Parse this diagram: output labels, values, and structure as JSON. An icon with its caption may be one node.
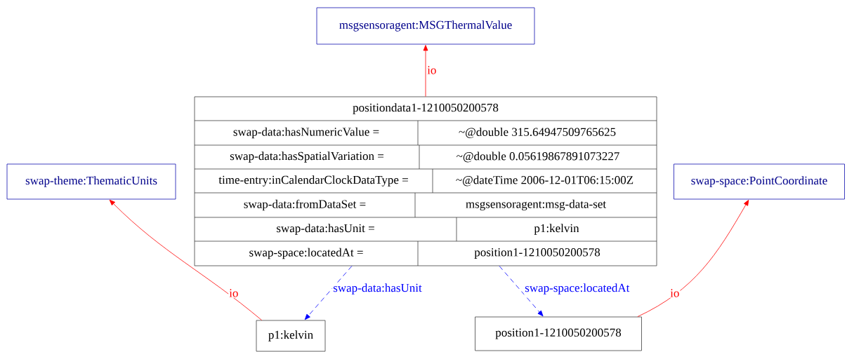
{
  "diagram": {
    "nodes": [
      {
        "text": [
          "msgsensoragent:MSGThermalValue"
        ]
      },
      {
        "text": [
          "positiondata1-1210050200578",
          "swap-data:hasNumericValue =",
          "~@double 315.64947509765625",
          "swap-data:hasSpatialVariation =",
          "~@double 0.05619867891073227",
          "time-entry:inCalendarClockDataType =",
          "~@dateTime 2006-12-01T06:15:00Z",
          "swap-data:fromDataSet =",
          "msgsensoragent:msg-data-set",
          "swap-data:hasUnit =",
          "p1:kelvin",
          "swap-space:locatedAt =",
          "position1-1210050200578"
        ]
      },
      {
        "text": [
          "swap-theme:ThematicUnits"
        ]
      },
      {
        "text": [
          "swap-space:PointCoordinate"
        ]
      },
      {
        "text": [
          "p1:kelvin"
        ]
      },
      {
        "text": [
          "position1-1210050200578"
        ]
      }
    ],
    "edges": [
      {
        "from": 1,
        "to": 0,
        "arrow": "to",
        "label": "io"
      },
      {
        "from": 4,
        "to": 2,
        "arrow": "to",
        "label": "io"
      },
      {
        "from": 5,
        "to": 3,
        "arrow": "to",
        "label": "io"
      },
      {
        "from": 1,
        "to": 4,
        "arrow": "to",
        "label": "swap-data:hasUnit",
        "style": "dashed",
        "color": "#0000ff"
      },
      {
        "from": 1,
        "to": 5,
        "arrow": "to",
        "label": "swap-space:locatedAt",
        "style": "dashed",
        "color": "#0000ff"
      }
    ]
  }
}
